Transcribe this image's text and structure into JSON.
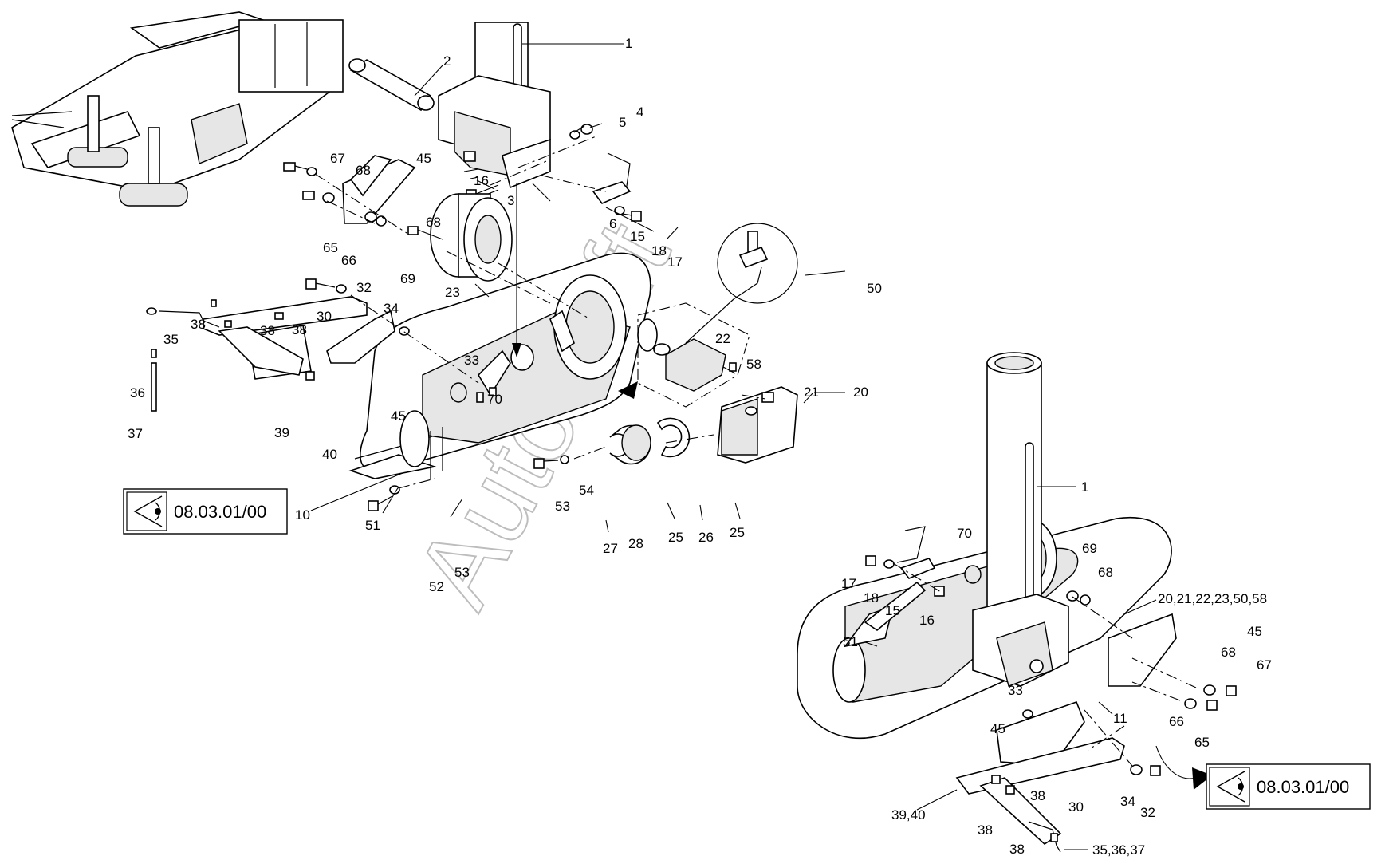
{
  "references": [
    {
      "id": "ref-left",
      "text": "08.03.01/00"
    },
    {
      "id": "ref-right",
      "text": "08.03.01/00"
    }
  ],
  "watermark": "AutoSoft",
  "icons": {
    "reference": "eye-view-icon",
    "arrow": "curved-arrow-icon"
  },
  "callouts_left": [
    {
      "n": "1"
    },
    {
      "n": "2"
    },
    {
      "n": "3"
    },
    {
      "n": "4"
    },
    {
      "n": "5"
    },
    {
      "n": "6"
    },
    {
      "n": "10"
    },
    {
      "n": "15"
    },
    {
      "n": "16"
    },
    {
      "n": "17"
    },
    {
      "n": "18"
    },
    {
      "n": "20"
    },
    {
      "n": "21"
    },
    {
      "n": "22"
    },
    {
      "n": "23"
    },
    {
      "n": "25"
    },
    {
      "n": "25"
    },
    {
      "n": "26"
    },
    {
      "n": "27"
    },
    {
      "n": "28"
    },
    {
      "n": "30"
    },
    {
      "n": "32"
    },
    {
      "n": "33"
    },
    {
      "n": "34"
    },
    {
      "n": "35"
    },
    {
      "n": "36"
    },
    {
      "n": "37"
    },
    {
      "n": "38"
    },
    {
      "n": "38"
    },
    {
      "n": "38"
    },
    {
      "n": "39"
    },
    {
      "n": "40"
    },
    {
      "n": "45"
    },
    {
      "n": "45"
    },
    {
      "n": "50"
    },
    {
      "n": "51"
    },
    {
      "n": "52"
    },
    {
      "n": "53"
    },
    {
      "n": "53"
    },
    {
      "n": "54"
    },
    {
      "n": "58"
    },
    {
      "n": "65"
    },
    {
      "n": "66"
    },
    {
      "n": "67"
    },
    {
      "n": "68"
    },
    {
      "n": "68"
    },
    {
      "n": "69"
    },
    {
      "n": "70"
    }
  ],
  "callouts_right": [
    {
      "n": "1"
    },
    {
      "n": "70"
    },
    {
      "n": "69"
    },
    {
      "n": "68"
    },
    {
      "n": "17"
    },
    {
      "n": "18"
    },
    {
      "n": "15"
    },
    {
      "n": "16"
    },
    {
      "n": "20,21,22,23,50,58"
    },
    {
      "n": "51"
    },
    {
      "n": "45"
    },
    {
      "n": "68"
    },
    {
      "n": "67"
    },
    {
      "n": "33"
    },
    {
      "n": "11"
    },
    {
      "n": "66"
    },
    {
      "n": "65"
    },
    {
      "n": "45"
    },
    {
      "n": "39,40"
    },
    {
      "n": "30"
    },
    {
      "n": "38"
    },
    {
      "n": "38"
    },
    {
      "n": "38"
    },
    {
      "n": "34"
    },
    {
      "n": "32"
    },
    {
      "n": "35,36,37"
    }
  ]
}
